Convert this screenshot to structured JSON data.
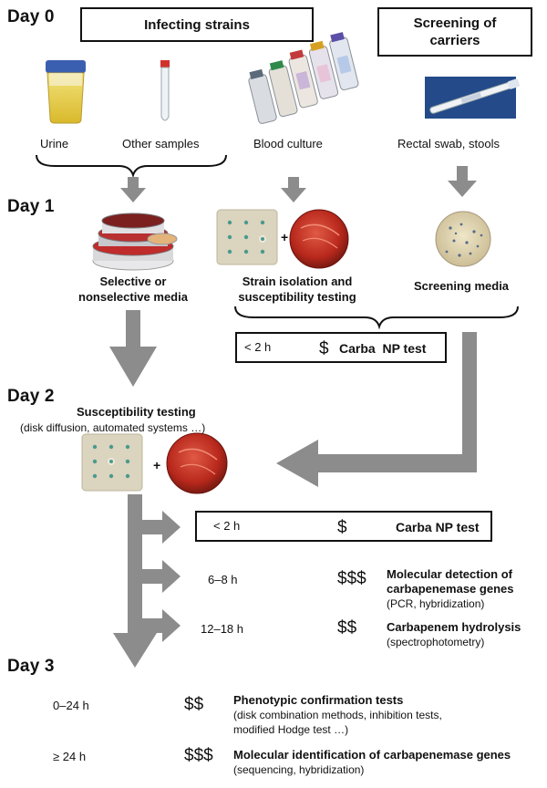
{
  "days": {
    "day0": "Day 0",
    "day1": "Day 1",
    "day2": "Day 2",
    "day3": "Day 3"
  },
  "headers": {
    "infecting": "Infecting strains",
    "screening_line1": "Screening  of",
    "screening_line2": "carriers"
  },
  "samples": {
    "urine": "Urine",
    "other": "Other samples",
    "blood": "Blood culture",
    "rectal": "Rectal swab, stools"
  },
  "day1_labels": {
    "selective_line1": "Selective or",
    "selective_line2": "nonselective media",
    "strain_line1": "Strain isolation and",
    "strain_line2": "susceptibility testing",
    "screening_media": "Screening media",
    "plus": "+"
  },
  "carba_box1": {
    "time": "< 2 h",
    "cost": "$",
    "test": "Carba  NP test"
  },
  "day2_labels": {
    "susc_title": "Susceptibility testing",
    "susc_sub": "(disk diffusion, automated systems …)",
    "plus": "+"
  },
  "carba_box2": {
    "time": "< 2 h",
    "cost": "$",
    "test": "Carba NP test"
  },
  "methods": [
    {
      "time": "6–8 h",
      "cost": "$$$",
      "title_line1": "Molecular detection of",
      "title_line2": "carbapenemase genes",
      "detail": "(PCR, hybridization)"
    },
    {
      "time": "12–18 h",
      "cost": "$$",
      "title_line1": "Carbapenem hydrolysis",
      "detail": "(spectrophotometry)"
    }
  ],
  "day3_items": [
    {
      "time": "0–24 h",
      "cost": "$$",
      "title": "Phenotypic confirmation tests",
      "detail_line1": "(disk combination methods, inhibition tests,",
      "detail_line2": "modified Hodge test …)"
    },
    {
      "time": "≥ 24 h",
      "cost": "$$$",
      "title": "Molecular identification of carbapenemase genes",
      "detail_line1": "(sequencing, hybridization)"
    }
  ],
  "colors": {
    "arrow": "#8c8c8c",
    "agar_red": "#c0392b",
    "plate_beige": "#d8ccb0"
  },
  "icons": [
    "urine-cup-icon",
    "test-tube-icon",
    "blood-culture-bottles-icon",
    "swab-icon",
    "petri-stack-icon",
    "disk-plate-icon",
    "red-agar-plate-icon",
    "screening-plate-icon"
  ]
}
